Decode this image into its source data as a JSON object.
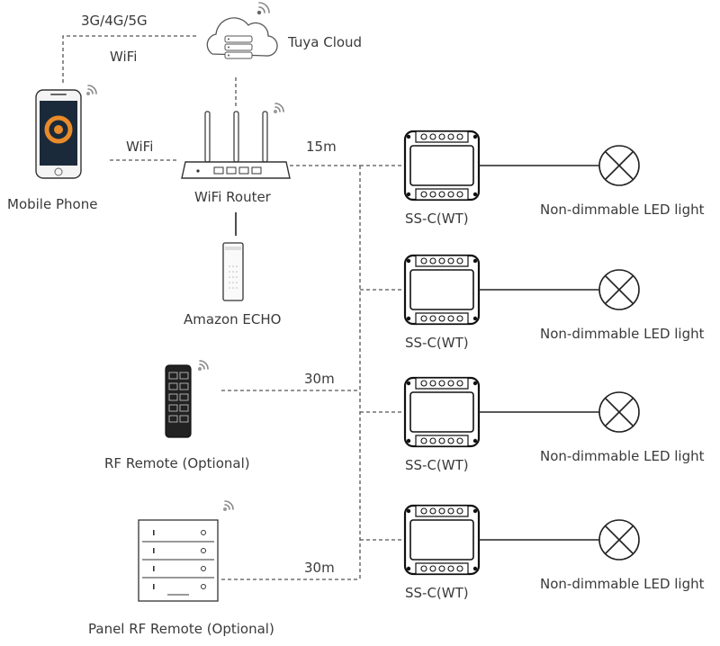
{
  "links": {
    "cellular": "3G/4G/5G",
    "wifi_cloud": "WiFi",
    "wifi_phone": "WiFi",
    "router_distance": "15m",
    "rf_remote_distance": "30m",
    "panel_remote_distance": "30m"
  },
  "devices": {
    "cloud": "Tuya Cloud",
    "phone": "Mobile Phone",
    "router": "WiFi Router",
    "echo": "Amazon ECHO",
    "rf_remote": "RF Remote (Optional)",
    "panel_remote": "Panel RF Remote (Optional)"
  },
  "receivers": [
    {
      "module": "SS-C(WT)",
      "light": "Non-dimmable LED light"
    },
    {
      "module": "SS-C(WT)",
      "light": "Non-dimmable LED light"
    },
    {
      "module": "SS-C(WT)",
      "light": "Non-dimmable LED light"
    },
    {
      "module": "SS-C(WT)",
      "light": "Non-dimmable LED light"
    }
  ]
}
